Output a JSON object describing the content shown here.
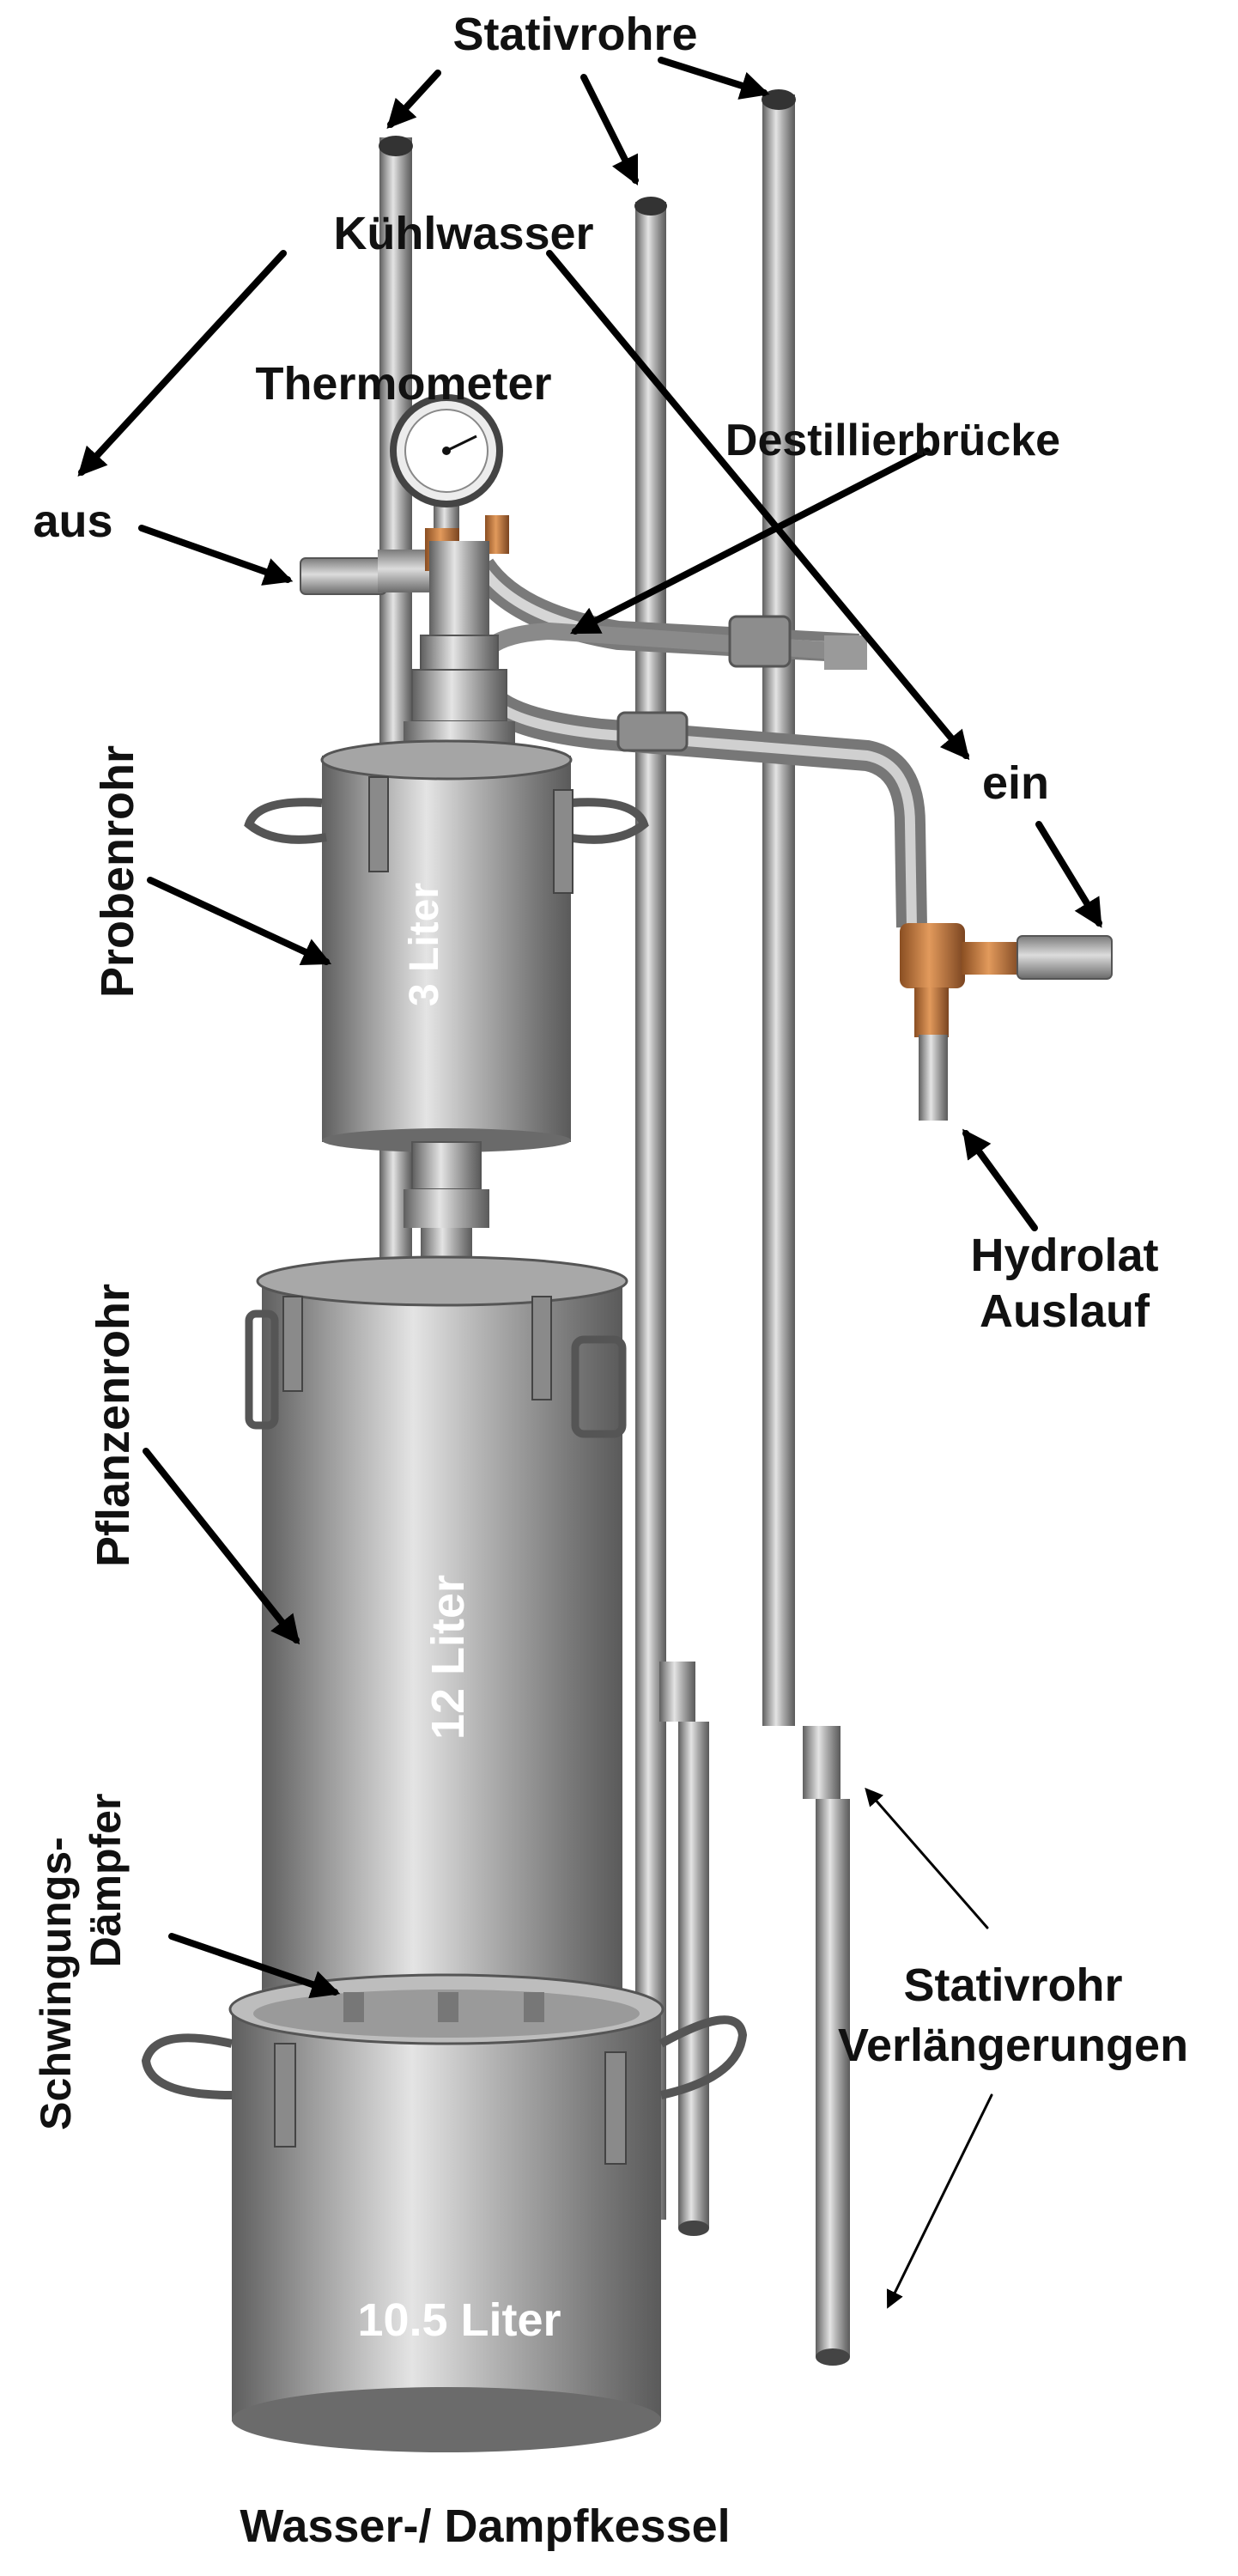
{
  "labels": {
    "stativrohre": "Stativrohre",
    "kuehlwasser": "Kühlwasser",
    "thermometer": "Thermometer",
    "destillierbruecke": "Destillierbrücke",
    "aus": "aus",
    "ein": "ein",
    "probenrohr": "Probenrohr",
    "hydrolat_line1": "Hydrolat",
    "hydrolat_line2": "Auslauf",
    "pflanzenrohr": "Pflanzenrohr",
    "schwingungs_line1": "Schwingungs-",
    "schwingungs_line2": "Dämpfer",
    "stativrohr_verl_line1": "Stativrohr",
    "stativrohr_verl_line2": "Verlängerungen",
    "kessel": "Wasser-/ Dampfkessel"
  },
  "volumes": {
    "proben": "3 Liter",
    "pflanzen": "12 Liter",
    "kessel": "10.5 Liter"
  },
  "colors": {
    "steel_dark": "#5e5e5e",
    "steel_mid": "#9a9a9a",
    "steel_light": "#d6d6d6",
    "copper": "#c0763a",
    "arrow": "#000000"
  }
}
